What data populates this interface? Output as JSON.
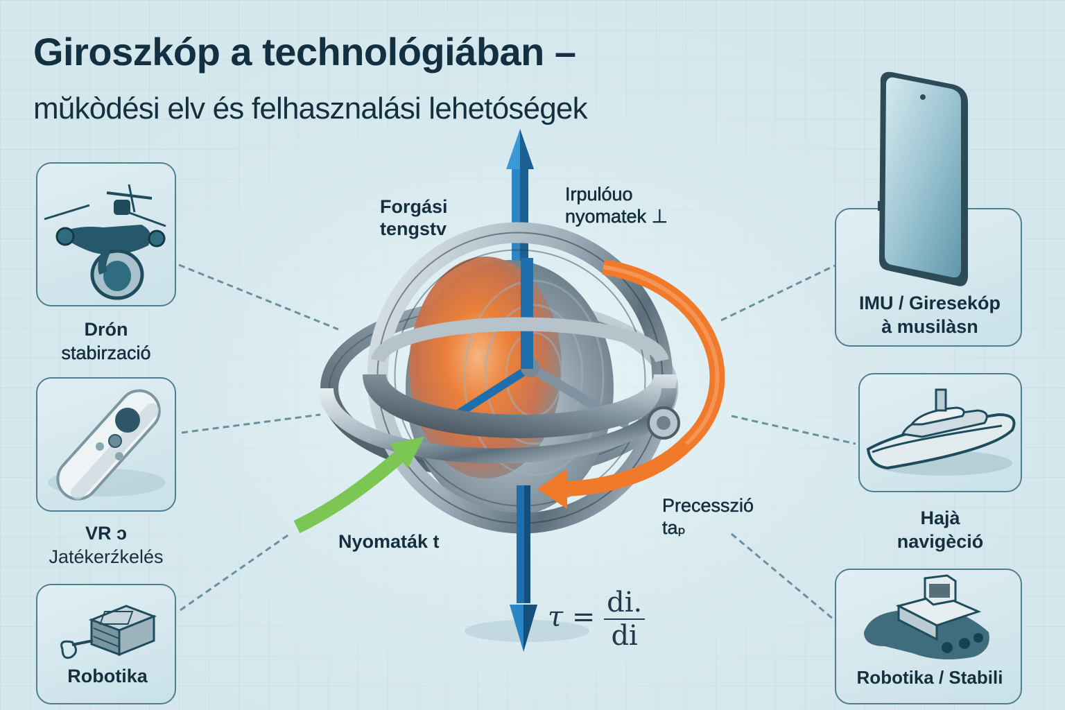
{
  "header": {
    "title": "Giroszkóp a technológiában –",
    "subtitle": "mŭkòdési elv és felhasznalási lehetóségek"
  },
  "diagram": {
    "labels": {
      "rotation_axis": [
        "Forgási",
        "tengstv"
      ],
      "angular_momentum": [
        "Irpulóuo",
        "nyomatek ⊥"
      ],
      "torque": "Nyomaták t",
      "precession": [
        "Precesszió",
        "taₚ"
      ]
    },
    "formula": {
      "lhs": "τ",
      "eq": "=",
      "numerator": "di.",
      "denominator": "di"
    },
    "colors": {
      "axis_blue": "#1f6fae",
      "axis_blue_light": "#3a9ad6",
      "precession_orange": "#f07a2a",
      "torque_green": "#7cc753",
      "metal": "#9aaab4",
      "metal_dark": "#4e5f6b",
      "rotor_orange": "#ee7a36"
    }
  },
  "applications": {
    "left": [
      {
        "icon": "drone-icon",
        "caption": [
          "Drón",
          "stabirzació"
        ]
      },
      {
        "icon": "vr-controller-icon",
        "caption": [
          "VR ɔ",
          "Jatékerźkelés"
        ]
      },
      {
        "icon": "robot-arm-icon",
        "caption": [
          "Robotika"
        ]
      }
    ],
    "right": [
      {
        "icon": "smartphone-icon",
        "caption": [
          "IMU / Giresekóp",
          "à musilàsn"
        ]
      },
      {
        "icon": "ship-icon",
        "caption": [
          "Hajà",
          "navigèció"
        ]
      },
      {
        "icon": "tracked-robot-icon",
        "caption": [
          "Robotika / Stabili"
        ]
      }
    ]
  }
}
